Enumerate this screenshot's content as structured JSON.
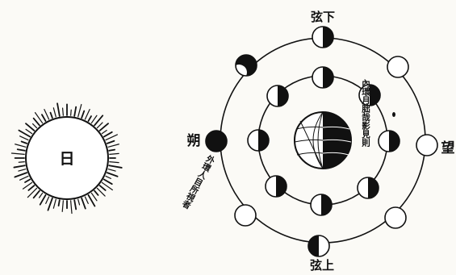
{
  "sun": {
    "label": "日"
  },
  "orbit": {
    "label_top": "弦下",
    "label_bottom": "弦上",
    "label_left": "朔",
    "label_right": "望",
    "note_right": "內環月朏哉影見則",
    "note_left": "外環人目所視者"
  },
  "colors": {
    "ink": "#111111",
    "paper": "#fbfaf6"
  }
}
